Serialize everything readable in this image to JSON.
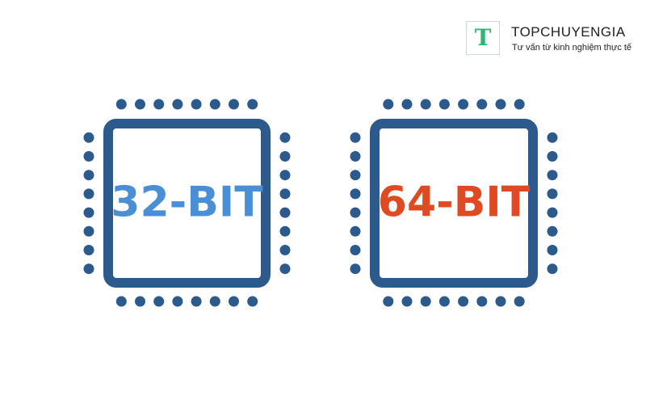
{
  "brand": {
    "logo_letter": "T",
    "name": "TOPCHUYENGIA",
    "tagline": "Tư vấn từ kinh nghiệm thực tế",
    "logo_color": "#2bb673"
  },
  "chips": [
    {
      "label": "32-BIT",
      "label_color": "#4a8ed6",
      "frame_color": "#2c5a8c"
    },
    {
      "label": "64-BIT",
      "label_color": "#e04a22",
      "frame_color": "#2c5a8c"
    }
  ]
}
